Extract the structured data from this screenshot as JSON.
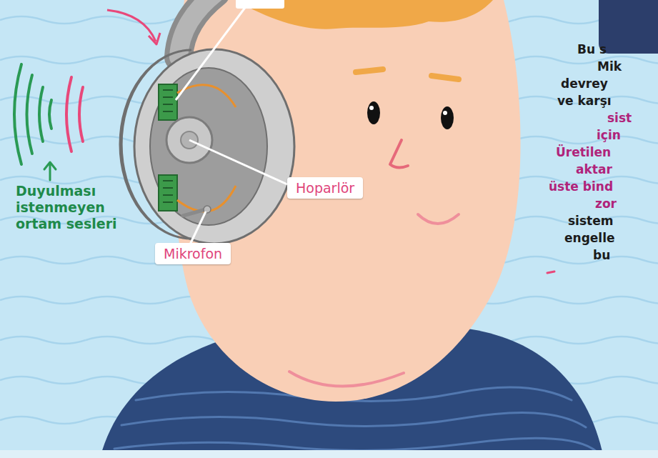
{
  "diagram": {
    "nodes": [
      {
        "text": [
          "Hoparlör"
        ]
      },
      {
        "text": [
          "Mikrofon"
        ]
      }
    ],
    "labels": [
      "Duyulması istenmeyen ortam sesleri",
      "Bu s",
      "Mik",
      "devrey",
      "ve karşı",
      "sist",
      "için",
      "Üretilen",
      "aktar",
      "üste bind",
      "zor",
      "sistem",
      "engelle",
      "bu"
    ]
  }
}
